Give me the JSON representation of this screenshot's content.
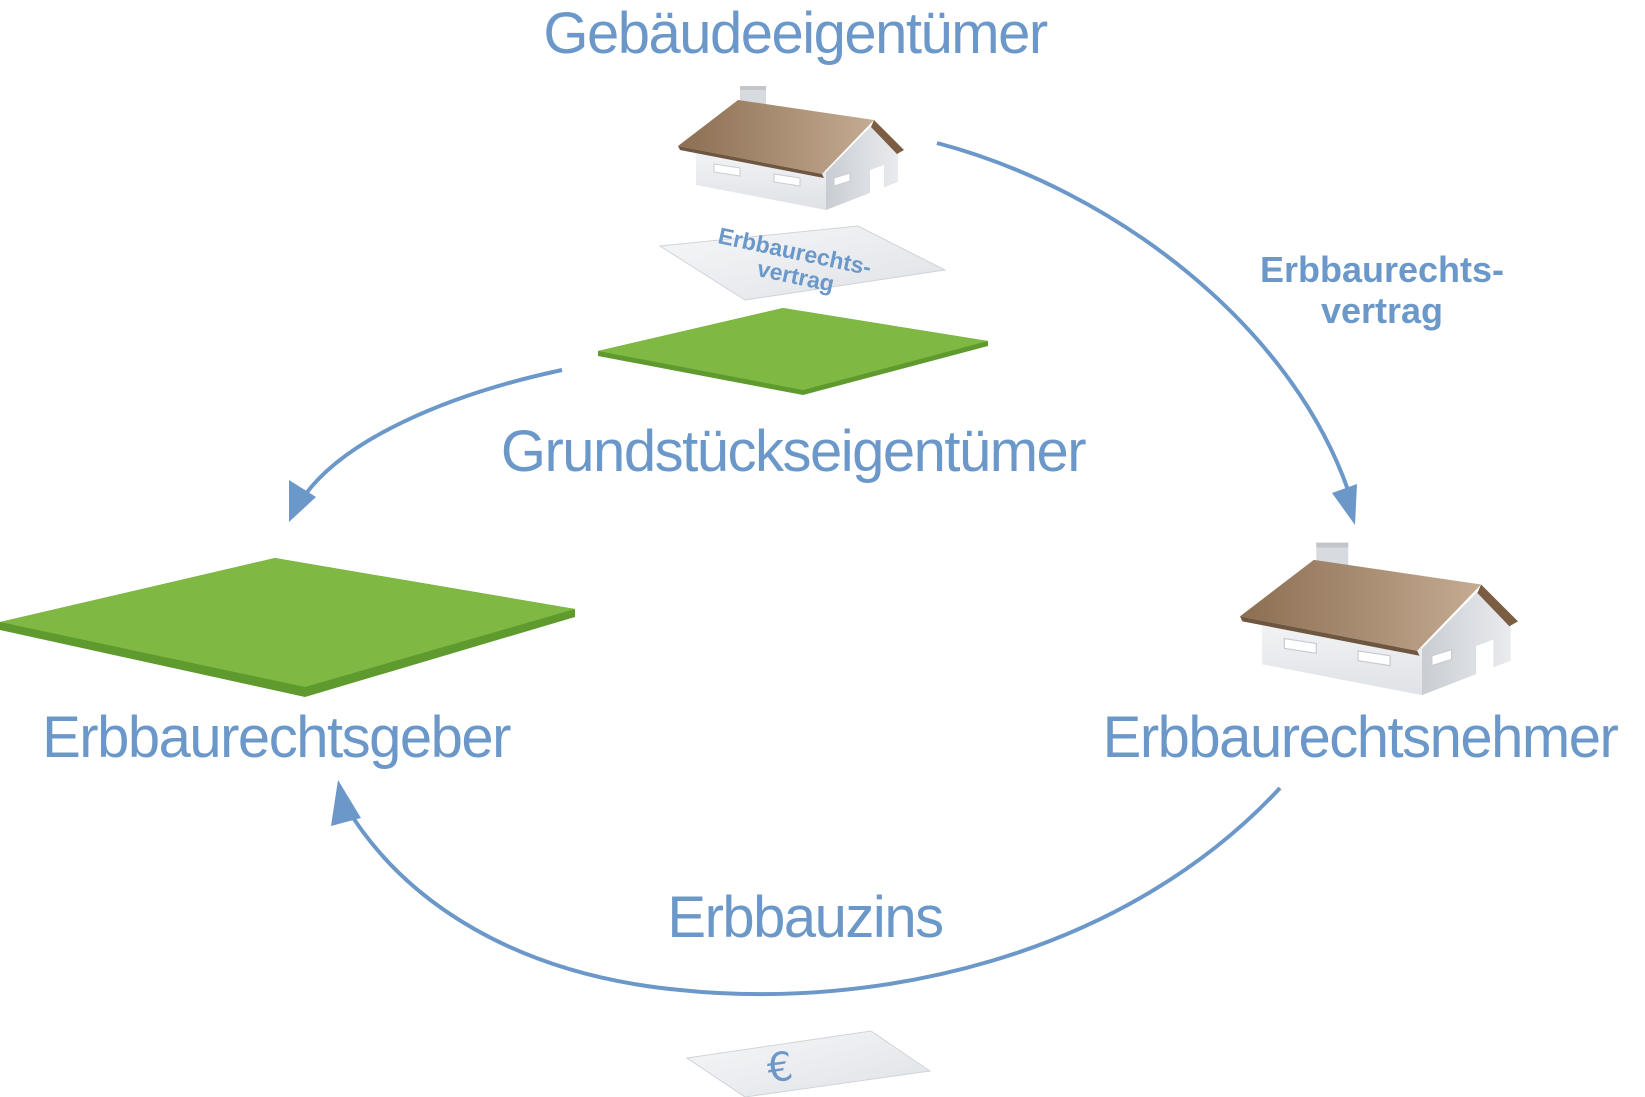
{
  "colors": {
    "accent_blue": "#6b98c9",
    "roof": "#9f8468",
    "wall": "#e4e6ea",
    "grass": "#7fb842",
    "grass_edge": "#5f9a2e",
    "paper": "#eceef1"
  },
  "labels": {
    "building_owner": "Gebäudeeigentümer",
    "land_owner": "Grundstückseigentümer",
    "grantor": "Erbbaurechtsgeber",
    "leaseholder": "Erbbaurechtsnehmer",
    "ground_rent": "Erbbauzins",
    "contract_line1": "Erbbaurechts-",
    "contract_line2": "vertrag",
    "paper_line1": "Erbbaurechts-",
    "paper_line2": "vertrag",
    "euro_symbol": "€"
  },
  "icons": {
    "house": "house-icon",
    "land": "land-parcel-icon",
    "document": "contract-document-icon",
    "money": "euro-note-icon",
    "arrow": "curved-arrow-icon"
  }
}
